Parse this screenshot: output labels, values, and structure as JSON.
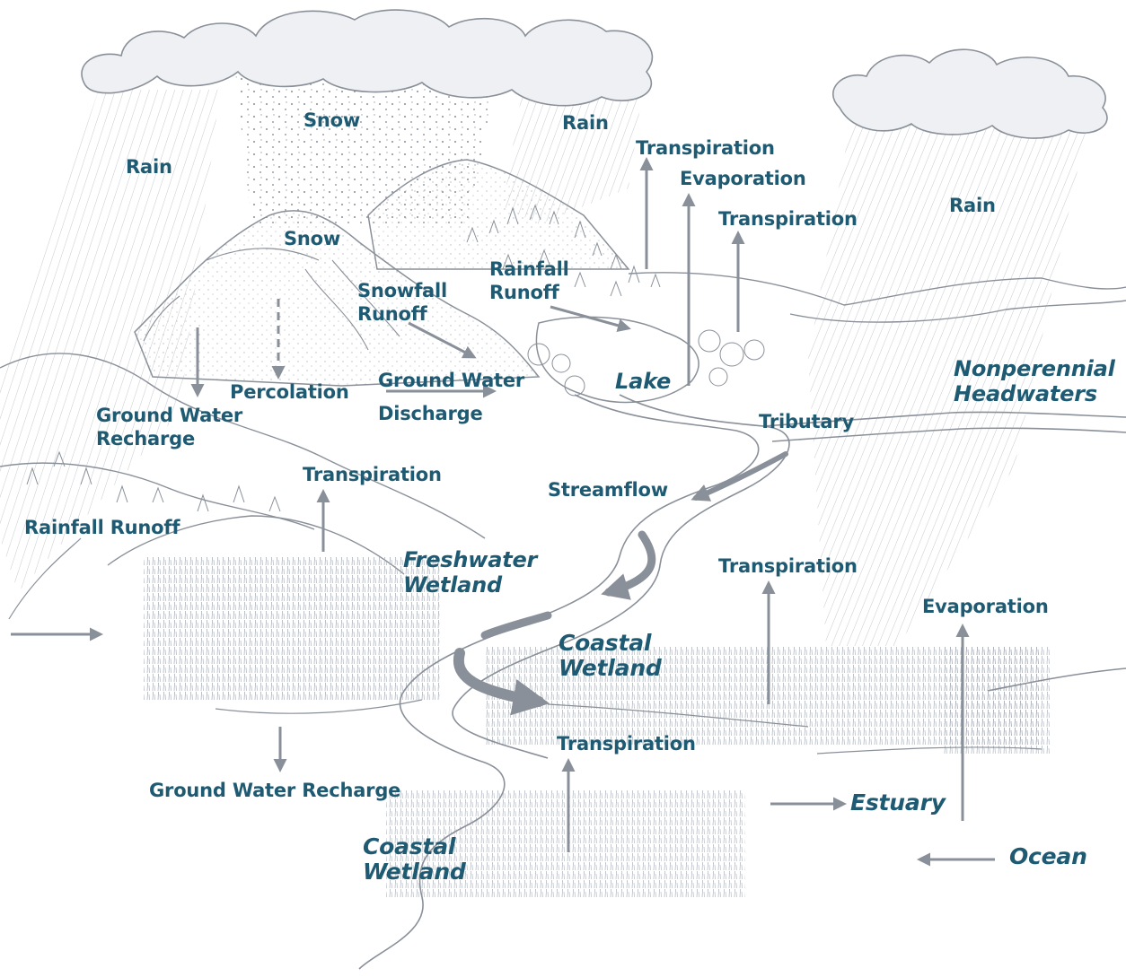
{
  "labels": {
    "snow_top": "Snow",
    "rain_left": "Rain",
    "rain_mid": "Rain",
    "rain_right": "Rain",
    "snow_mountain": "Snow",
    "transpiration_1": "Transpiration",
    "evaporation_1": "Evaporation",
    "transpiration_2": "Transpiration",
    "rainfall_runoff_1": "Rainfall\nRunoff",
    "snowfall_runoff": "Snowfall\nRunoff",
    "percolation": "Percolation",
    "ground_water_discharge_a": "Ground Water",
    "ground_water_discharge_b": "Discharge",
    "lake": "Lake",
    "nonperennial_headwaters": "Nonperennial\nHeadwaters",
    "ground_water_recharge_1": "Ground Water\nRecharge",
    "tributary": "Tributary",
    "transpiration_3": "Transpiration",
    "streamflow": "Streamflow",
    "rainfall_runoff_2": "Rainfall Runoff",
    "freshwater_wetland": "Freshwater\nWetland",
    "transpiration_4": "Transpiration",
    "evaporation_2": "Evaporation",
    "coastal_wetland_1": "Coastal\nWetland",
    "transpiration_5": "Transpiration",
    "ground_water_recharge_2": "Ground Water Recharge",
    "estuary": "Estuary",
    "coastal_wetland_2": "Coastal\nWetland",
    "ocean": "Ocean"
  },
  "colors": {
    "label": "#1f5a73",
    "ink": "#8a9099",
    "arrow": "#8a9099",
    "cloud_fill": "#eef0f3"
  }
}
